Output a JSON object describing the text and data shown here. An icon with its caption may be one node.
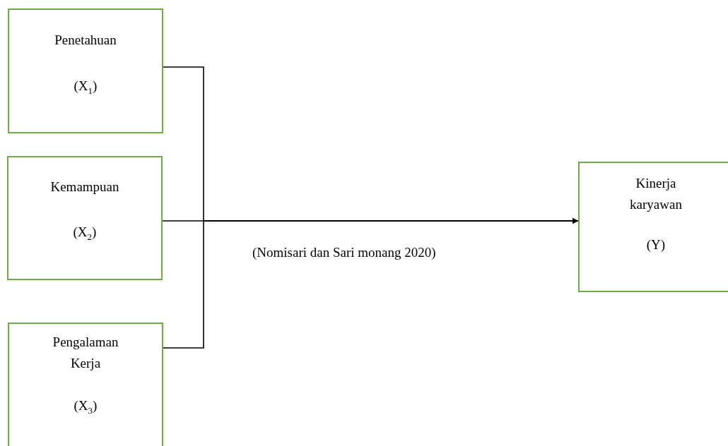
{
  "diagram": {
    "nodes": [
      {
        "text": [
          "Penetahuan",
          "(X$_{1}$)"
        ]
      },
      {
        "text": [
          "Kemampuan",
          "(X$_{2}$)"
        ]
      },
      {
        "text": [
          "Pengalaman Kerja",
          "(X$_{3}$)"
        ]
      },
      {
        "text": [
          "Kinerja karyawan",
          "(Y)"
        ]
      }
    ],
    "edges": [
      {
        "from": 0,
        "to": 3,
        "arrow": "to"
      },
      {
        "from": 1,
        "to": 3,
        "arrow": "to"
      },
      {
        "from": 2,
        "to": 3,
        "arrow": "to"
      }
    ],
    "labels": [
      "(Nomisari dan Sari monang 2020)"
    ]
  }
}
